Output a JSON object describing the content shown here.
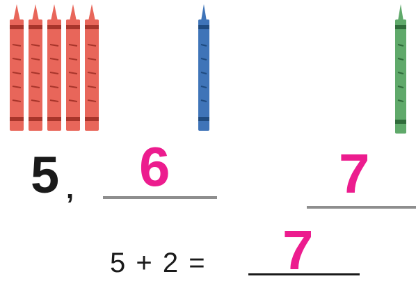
{
  "counting": {
    "start_number": "5",
    "separator": ",",
    "next_number": "6",
    "final_number": "7"
  },
  "equation": {
    "expression": "5 + 2 =",
    "answer": "7"
  },
  "crayons": {
    "red_count": 5,
    "red_color": "#e8665a",
    "blue_color": "#3f74b8",
    "green_color": "#5fa96a"
  },
  "colors": {
    "answer_pink": "#ec1c8e",
    "line_gray": "#8e8e8e",
    "text_black": "#1a1a1a"
  }
}
